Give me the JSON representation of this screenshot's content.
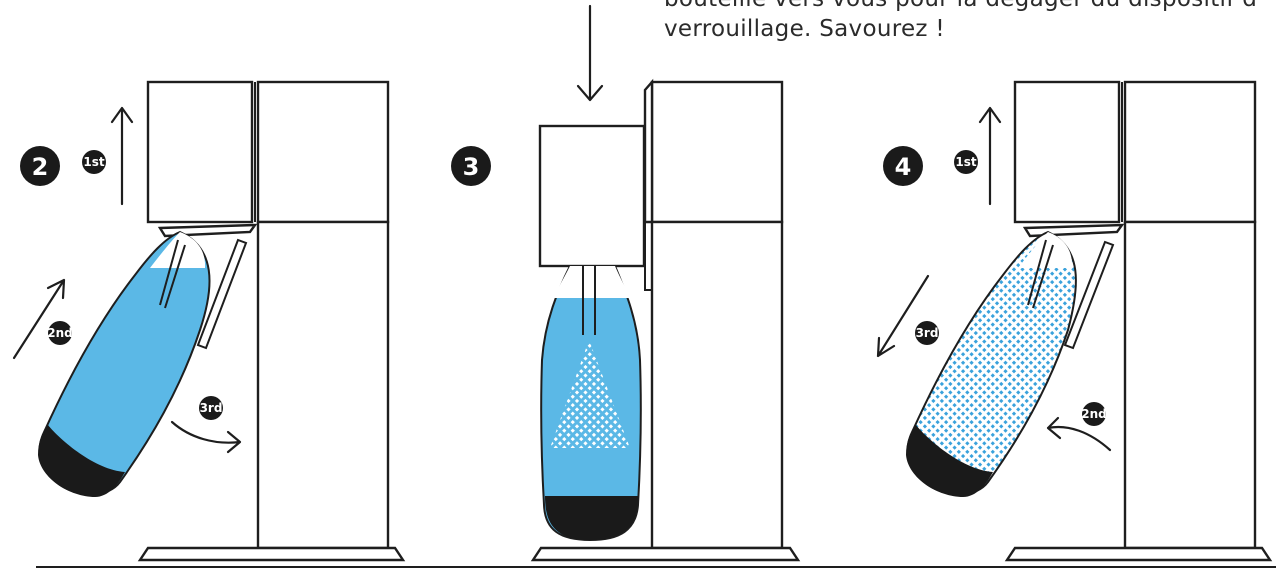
{
  "caption": {
    "line1": "bouteille vers vous pour la dégager du dispositif d",
    "line2": "verrouillage. Savourez !"
  },
  "steps": [
    {
      "number": "2",
      "labels": {
        "first": "1st",
        "second": "2nd",
        "third": "3rd"
      }
    },
    {
      "number": "3"
    },
    {
      "number": "4",
      "labels": {
        "first": "1st",
        "second": "2nd",
        "third": "3rd"
      }
    }
  ],
  "colors": {
    "water": "#5bb8e6",
    "bottle_cap": "#1a1a1a",
    "outline": "#1e1e1e",
    "fizz": "#2a95d6"
  },
  "icons": [
    "up-arrow-icon",
    "down-arrow-icon",
    "curved-arrow-icon",
    "diagonal-arrow-icon"
  ]
}
